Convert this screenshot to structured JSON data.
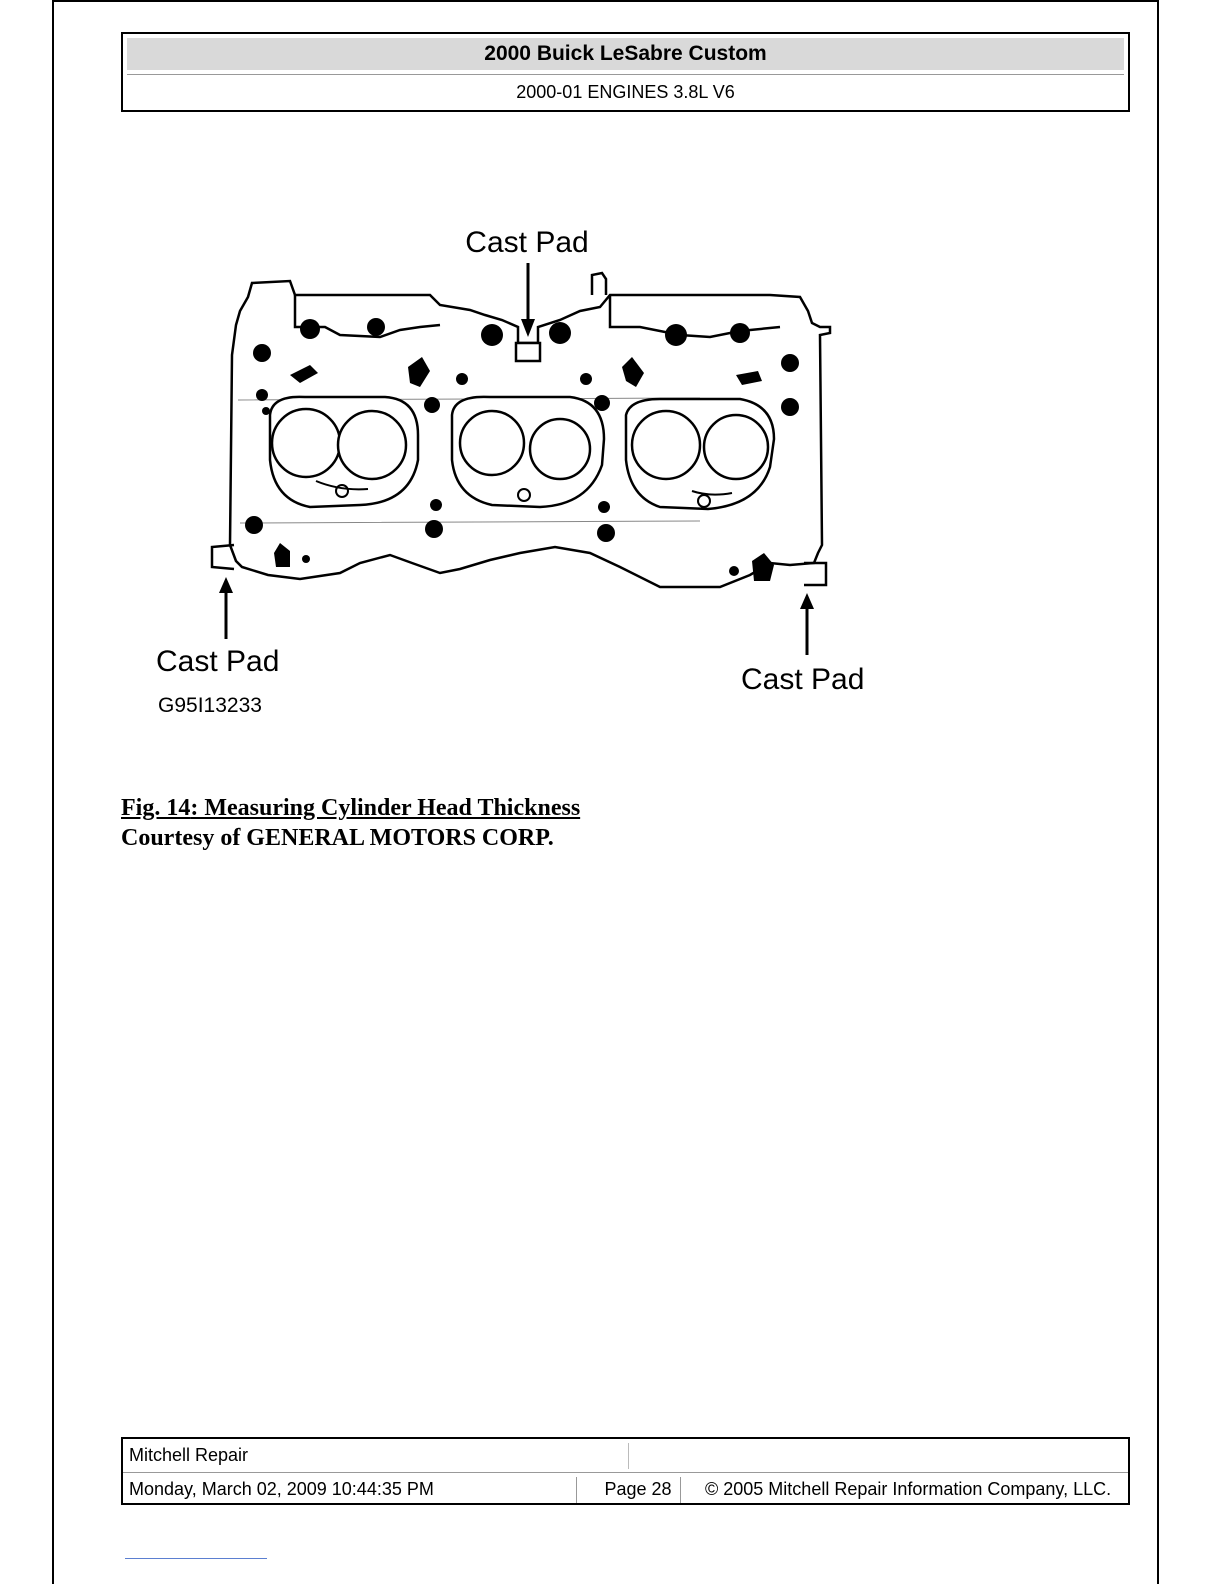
{
  "header": {
    "title": "2000 Buick LeSabre Custom",
    "subtitle": "2000-01 ENGINES 3.8L V6"
  },
  "figure": {
    "label_top": "Cast Pad",
    "label_left": "Cast Pad",
    "label_right": "Cast Pad",
    "figure_code": "G95I13233"
  },
  "caption": {
    "fig_label": "Fig. 14",
    "fig_title": ": Measuring Cylinder Head Thickness",
    "courtesy": "Courtesy of GENERAL MOTORS CORP."
  },
  "footer": {
    "brand": "Mitchell Repair",
    "datetime": "Monday, March 02, 2009 10:44:35 PM",
    "page": "Page 28",
    "copyright": "© 2005 Mitchell Repair Information Company, LLC."
  }
}
